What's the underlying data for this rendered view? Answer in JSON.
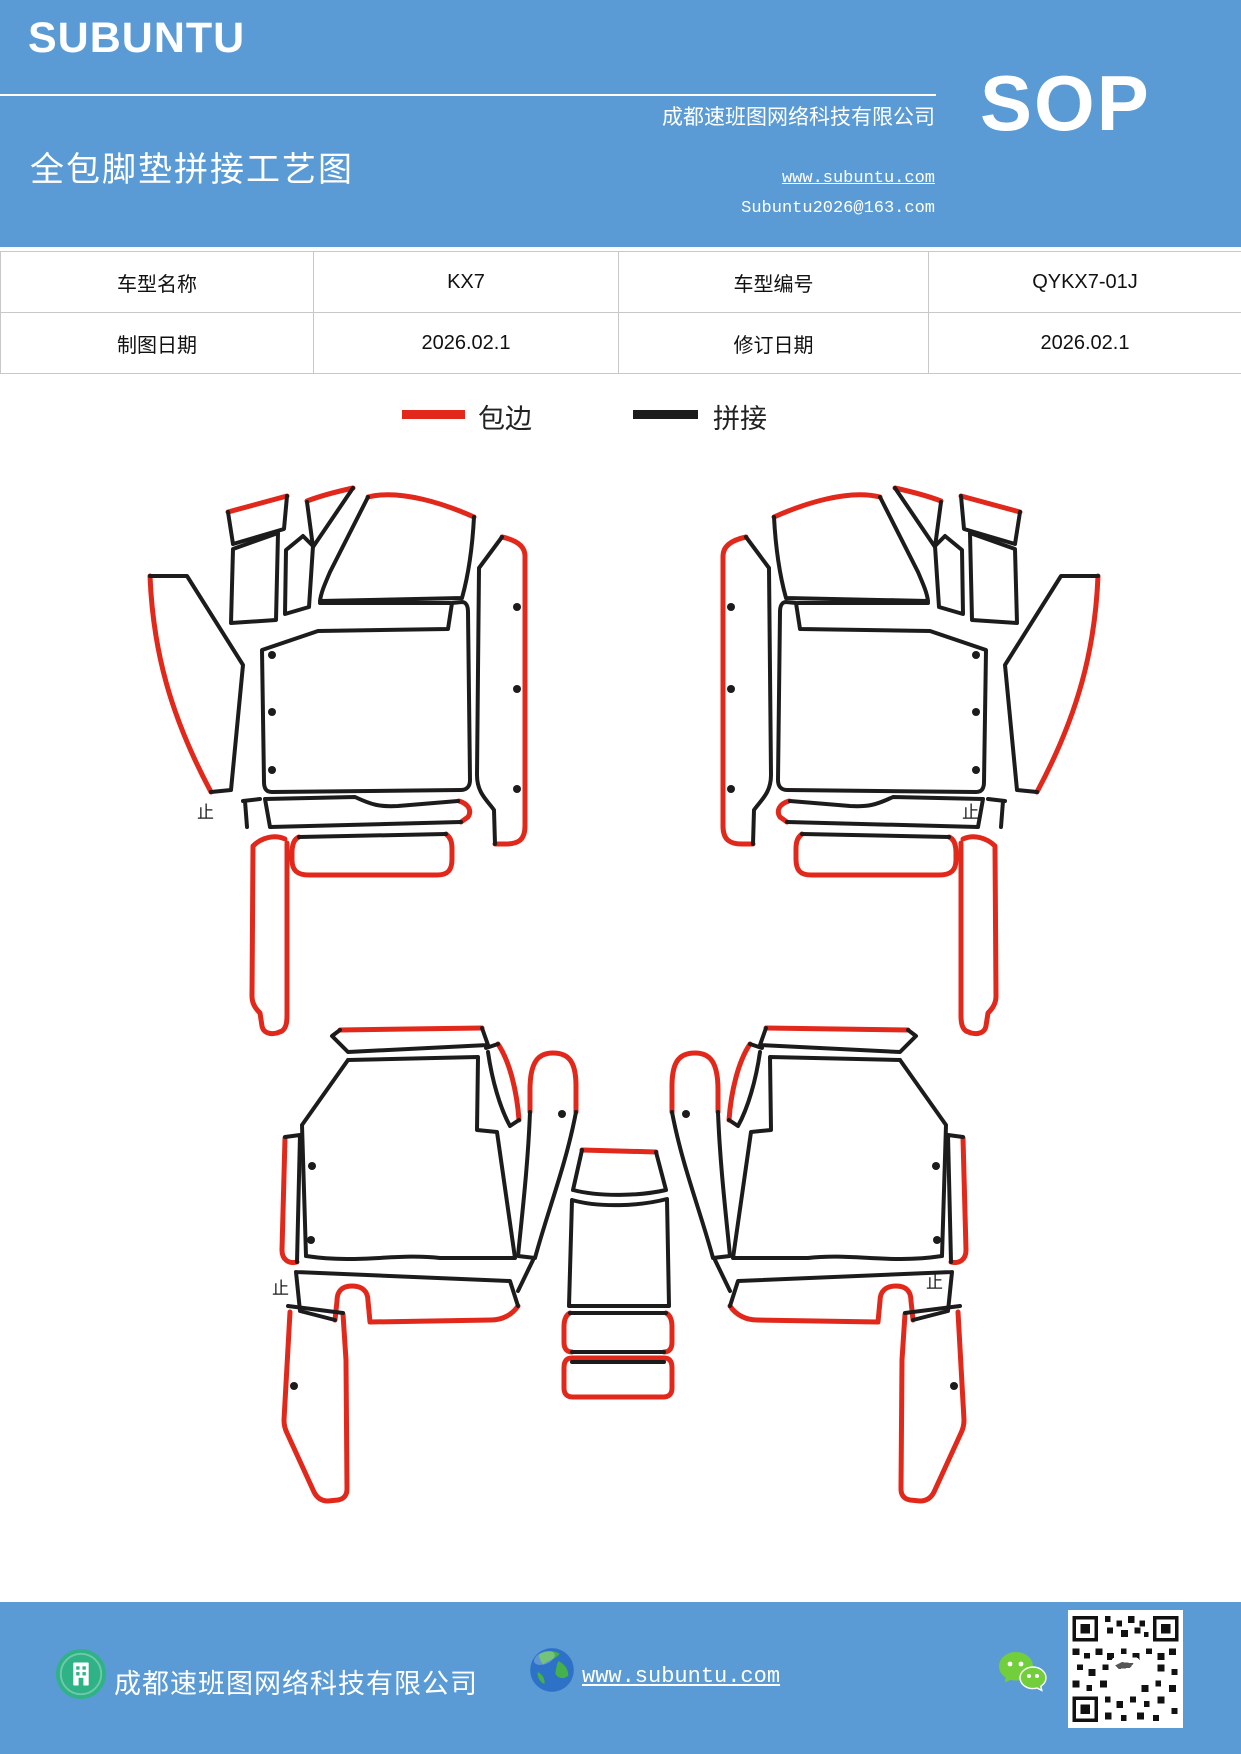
{
  "colors": {
    "header_bg": "#5B9BD5",
    "page_bg": "#FFFFFF",
    "table_border": "#C8C8C8",
    "text_dark": "#1A1A1A",
    "text_white": "#FFFFFF",
    "line_red": "#E2281A",
    "line_black": "#1C1C1C",
    "footer_icon_green": "#2FB286",
    "wechat_green": "#72CE3B",
    "globe_blue": "#2E72C8",
    "globe_green": "#45B14C"
  },
  "header": {
    "logo": "SUBUNTU",
    "title": "全包脚垫拼接工艺图",
    "company": "成都速班图网络科技有限公司",
    "sop": "SOP",
    "website": "www.subuntu.com",
    "email": "Subuntu2026@163.com"
  },
  "info_table": {
    "rows": [
      {
        "cells": [
          "车型名称",
          "KX7",
          "车型编号",
          "QYKX7-01J"
        ]
      },
      {
        "cells": [
          "制图日期",
          "2026.02.1",
          "修订日期",
          "2026.02.1"
        ]
      }
    ]
  },
  "legend": {
    "items": [
      {
        "label": "包边",
        "color": "#E2281A"
      },
      {
        "label": "拼接",
        "color": "#1C1C1C"
      }
    ]
  },
  "diagram": {
    "stop_mark": "止",
    "dot_color": "#1C1C1C"
  },
  "footer": {
    "company": "成都速班图网络科技有限公司",
    "website": "www.subuntu.com"
  }
}
